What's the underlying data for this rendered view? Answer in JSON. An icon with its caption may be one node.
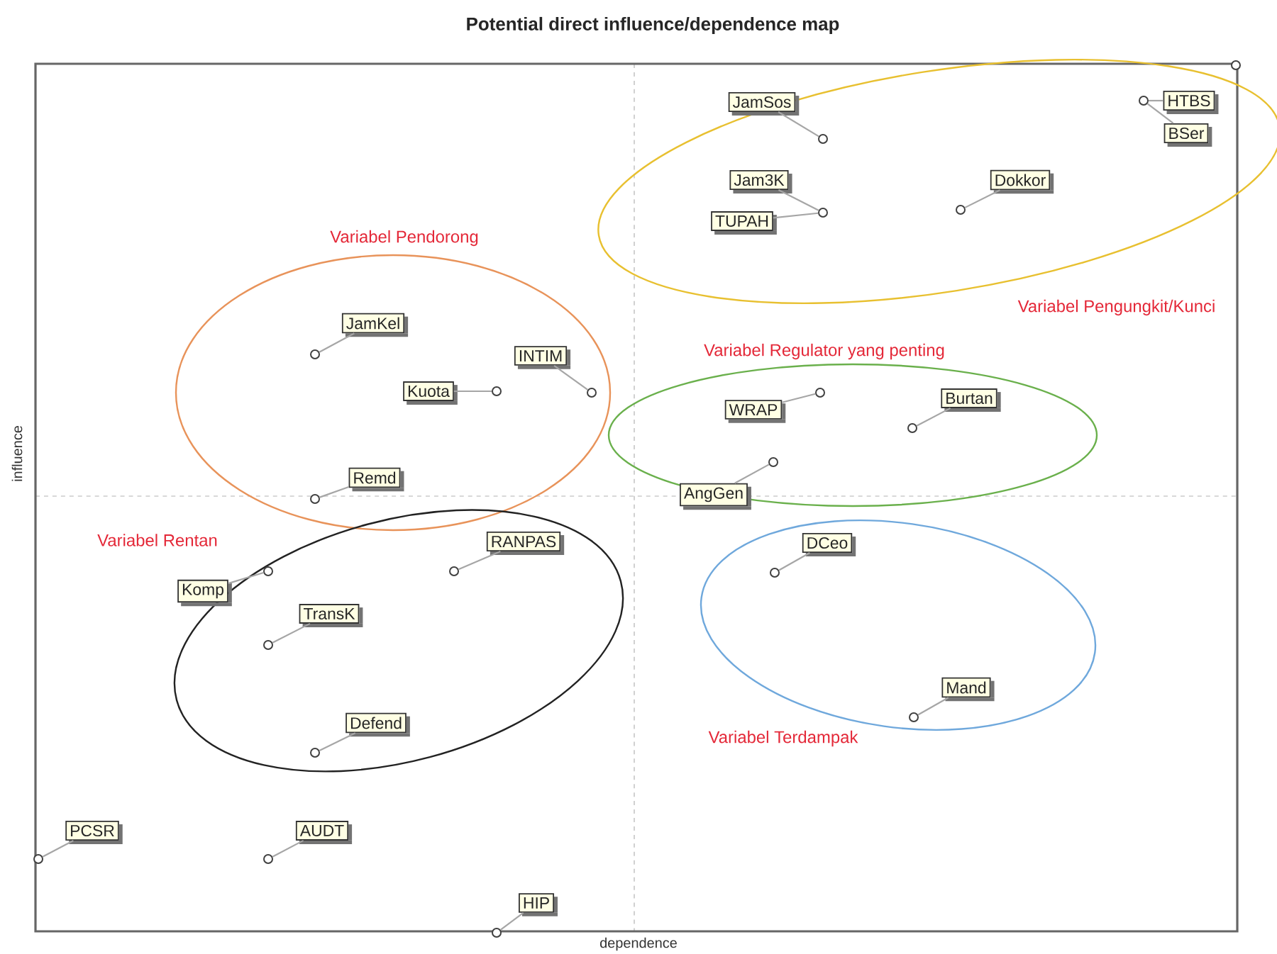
{
  "diagram": {
    "title": "Potential direct influence/dependence map",
    "nodes": [
      {
        "text": [
          "Variabel  Pengungkit/Kunci"
        ]
      },
      {
        "text": [
          "Variabel  Pendorong"
        ]
      },
      {
        "text": [
          "Variabel Regulator yang penting"
        ]
      },
      {
        "text": [
          "Variabel Terdampak"
        ]
      },
      {
        "text": [
          "Variabel Rentan"
        ]
      },
      {
        "text": [
          "JamSos"
        ]
      },
      {
        "text": [
          "HTBS"
        ],
        "in": 0
      },
      {
        "text": [
          "BSer"
        ],
        "in": 0
      },
      {
        "text": [
          "Jam3K"
        ],
        "in": 0
      },
      {
        "text": [
          "TUPAH"
        ],
        "in": 0
      },
      {
        "text": [
          "Dokkor"
        ],
        "in": 0
      },
      {
        "text": [
          "JamKel"
        ],
        "in": 1
      },
      {
        "text": [
          "INTIM"
        ],
        "in": 1
      },
      {
        "text": [
          "Kuota"
        ],
        "in": 1
      },
      {
        "text": [
          "Remd"
        ],
        "in": 1
      },
      {
        "text": [
          "WRAP"
        ],
        "in": 2
      },
      {
        "text": [
          "Burtan"
        ],
        "in": 2
      },
      {
        "text": [
          "AngGen"
        ]
      },
      {
        "text": [
          "RANPAS"
        ],
        "in": 4
      },
      {
        "text": [
          "DCeo"
        ],
        "in": 3
      },
      {
        "text": [
          "Komp"
        ]
      },
      {
        "text": [
          "TransK"
        ],
        "in": 4
      },
      {
        "text": [
          "Defend"
        ],
        "in": 4
      },
      {
        "text": [
          "Mand"
        ],
        "in": 3
      },
      {
        "text": [
          "PCSR"
        ]
      },
      {
        "text": [
          "AUDT"
        ]
      },
      {
        "text": [
          "HIP"
        ]
      },
      {
        "text": [],
        "shape": "circle"
      },
      {
        "text": [],
        "shape": "circle",
        "in": 0
      },
      {
        "text": [],
        "shape": "circle",
        "in": 0
      },
      {
        "text": [],
        "shape": "circle",
        "in": 0
      },
      {
        "text": [],
        "shape": "circle",
        "in": 0
      },
      {
        "text": [],
        "shape": "circle",
        "in": 1
      },
      {
        "text": [],
        "shape": "circle",
        "in": 1
      },
      {
        "text": [],
        "shape": "circle",
        "in": 1
      },
      {
        "text": [],
        "shape": "circle",
        "in": 2
      },
      {
        "text": [],
        "shape": "circle",
        "in": 2
      },
      {
        "text": [],
        "shape": "circle",
        "in": 2
      },
      {
        "text": [],
        "shape": "circle",
        "in": 1
      },
      {
        "text": [],
        "shape": "circle",
        "in": 4
      },
      {
        "text": [],
        "shape": "circle",
        "in": 4
      },
      {
        "text": [],
        "shape": "circle",
        "in": 3
      },
      {
        "text": [],
        "shape": "circle",
        "in": 4
      },
      {
        "text": [],
        "shape": "circle",
        "in": 3
      },
      {
        "text": [],
        "shape": "circle",
        "in": 4
      },
      {
        "text": [],
        "shape": "circle"
      },
      {
        "text": [],
        "shape": "circle"
      },
      {
        "text": [],
        "shape": "circle"
      }
    ],
    "edges": [
      {
        "from": 7,
        "to": 28,
        "arrow": "none"
      },
      {
        "from": 6,
        "to": 28,
        "arrow": "none"
      },
      {
        "from": 5,
        "to": 29,
        "arrow": "none"
      },
      {
        "from": 10,
        "to": 30,
        "arrow": "none"
      },
      {
        "from": 8,
        "to": 31,
        "arrow": "none"
      },
      {
        "from": 9,
        "to": 31,
        "arrow": "none"
      },
      {
        "from": 11,
        "to": 32,
        "arrow": "none"
      },
      {
        "from": 13,
        "to": 33,
        "arrow": "none"
      },
      {
        "from": 12,
        "to": 34,
        "arrow": "none"
      },
      {
        "from": 15,
        "to": 35,
        "arrow": "none"
      },
      {
        "from": 16,
        "to": 36,
        "arrow": "none"
      },
      {
        "from": 17,
        "to": 37,
        "arrow": "none"
      },
      {
        "from": 14,
        "to": 38,
        "arrow": "none"
      },
      {
        "from": 20,
        "to": 39,
        "arrow": "none"
      },
      {
        "from": 18,
        "to": 40,
        "arrow": "none"
      },
      {
        "from": 19,
        "to": 41,
        "arrow": "none"
      },
      {
        "from": 21,
        "to": 42,
        "arrow": "none"
      },
      {
        "from": 23,
        "to": 43,
        "arrow": "none"
      },
      {
        "from": 22,
        "to": 44,
        "arrow": "none"
      },
      {
        "from": 24,
        "to": 45,
        "arrow": "none"
      },
      {
        "from": 25,
        "to": 46,
        "arrow": "none"
      },
      {
        "from": 26,
        "to": 47,
        "arrow": "none"
      }
    ],
    "labels": [
      "influence",
      "dependence"
    ]
  }
}
